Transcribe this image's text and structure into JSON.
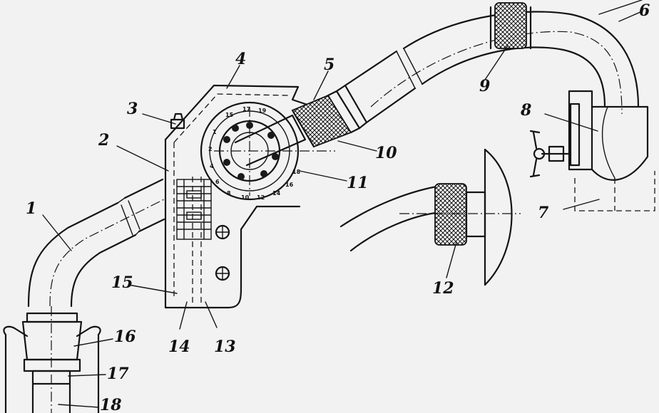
{
  "figure": {
    "callouts": [
      {
        "id": "1",
        "label": "1"
      },
      {
        "id": "2",
        "label": "2"
      },
      {
        "id": "3",
        "label": "3"
      },
      {
        "id": "4",
        "label": "4"
      },
      {
        "id": "5",
        "label": "5"
      },
      {
        "id": "6",
        "label": "6"
      },
      {
        "id": "7",
        "label": "7"
      },
      {
        "id": "8",
        "label": "8"
      },
      {
        "id": "9",
        "label": "9"
      },
      {
        "id": "10",
        "label": "10"
      },
      {
        "id": "11",
        "label": "11"
      },
      {
        "id": "12",
        "label": "12"
      },
      {
        "id": "13",
        "label": "13"
      },
      {
        "id": "14",
        "label": "14"
      },
      {
        "id": "15",
        "label": "15"
      },
      {
        "id": "16",
        "label": "16"
      },
      {
        "id": "17",
        "label": "17"
      },
      {
        "id": "18",
        "label": "18"
      }
    ],
    "dial_numbers": [
      "15",
      "17",
      "19",
      "1",
      "2",
      "4",
      "6",
      "8",
      "10",
      "12",
      "14",
      "16",
      "18"
    ]
  }
}
